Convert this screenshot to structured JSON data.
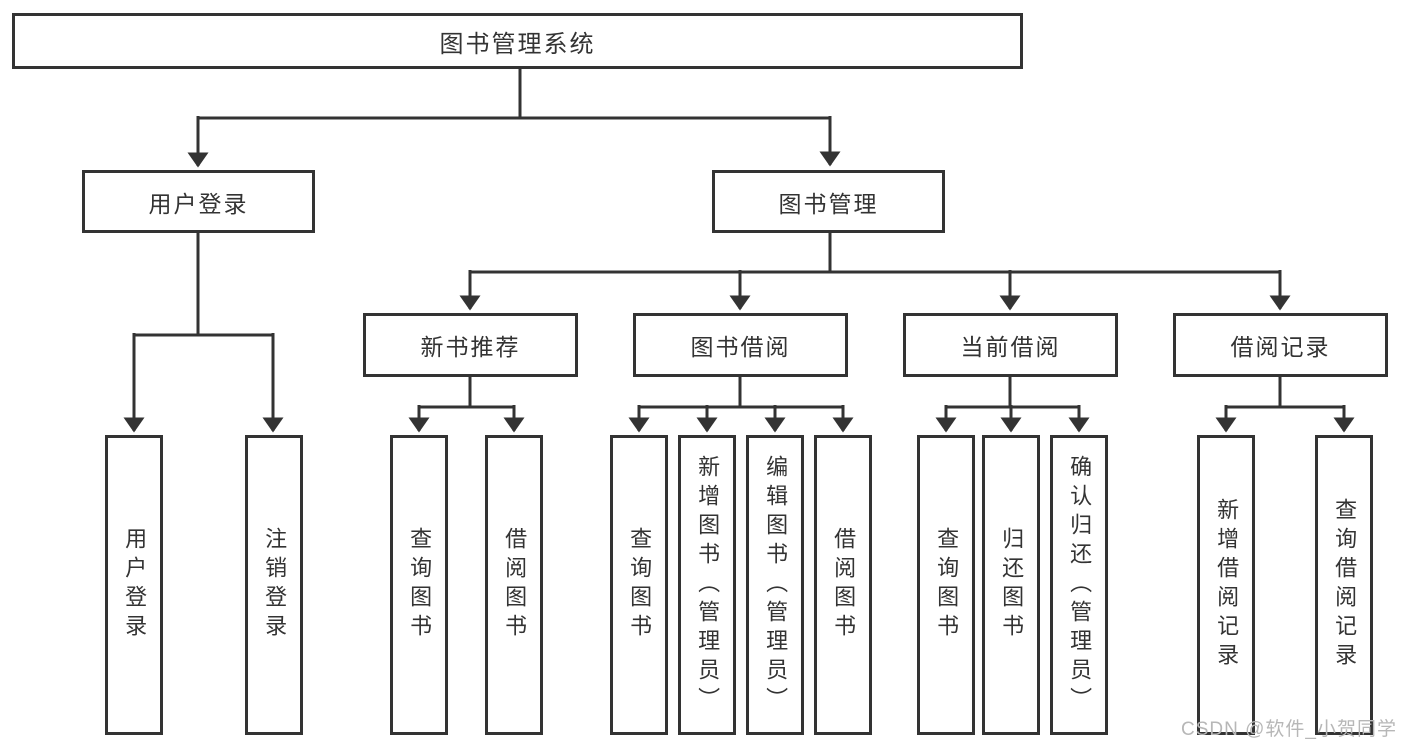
{
  "nodes": {
    "root": "图书管理系统",
    "user_login": "用户登录",
    "book_mgmt": "图书管理",
    "new_book_rec": "新书推荐",
    "book_borrow": "图书借阅",
    "current_borrow": "当前借阅",
    "borrow_record": "借阅记录",
    "login_leaf": "用户登录",
    "logout_leaf": "注销登录",
    "rec_query": "查询图书",
    "rec_borrow": "借阅图书",
    "bb_query": "查询图书",
    "bb_add": "新增图书（管理员）",
    "bb_edit": "编辑图书（管理员）",
    "bb_borrow": "借阅图书",
    "cb_query": "查询图书",
    "cb_return": "归还图书",
    "cb_confirm": "确认归还（管理员）",
    "br_add": "新增借阅记录",
    "br_query": "查询借阅记录"
  },
  "watermark": "CSDN @软件_小贺同学",
  "colors": {
    "line": "#333333",
    "text": "#333333",
    "box_fill": "#ffffff",
    "watermark": "#b7b7b7",
    "background": "#ffffff"
  }
}
